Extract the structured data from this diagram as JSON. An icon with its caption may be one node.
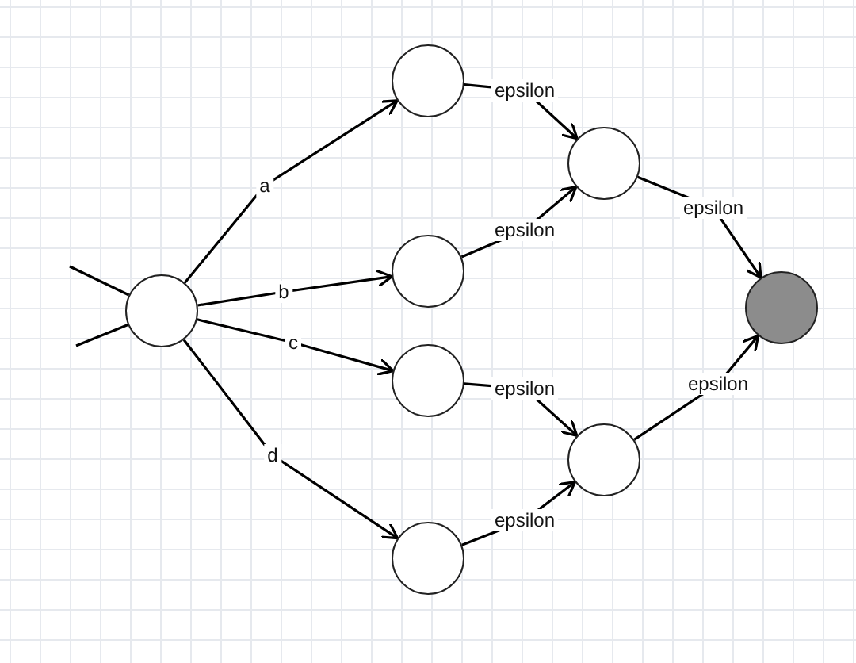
{
  "diagram": {
    "nodes": [
      {
        "text": [],
        "shape": "circle"
      },
      {
        "text": [],
        "shape": "circle"
      },
      {
        "text": [],
        "shape": "circle"
      },
      {
        "text": [],
        "shape": "circle"
      },
      {
        "text": [],
        "shape": "circle"
      },
      {
        "text": [],
        "shape": "circle"
      },
      {
        "text": [],
        "shape": "circle"
      },
      {
        "text": [],
        "shape": "circle"
      }
    ],
    "edges": [
      {
        "from": null,
        "to": 0,
        "arrow": "none"
      },
      {
        "from": null,
        "to": 0,
        "arrow": "none"
      },
      {
        "from": 0,
        "to": 1,
        "arrow": "to",
        "label": "a"
      },
      {
        "from": 0,
        "to": 2,
        "arrow": "to",
        "label": "b"
      },
      {
        "from": 0,
        "to": 3,
        "arrow": "to",
        "label": "c"
      },
      {
        "from": 0,
        "to": 4,
        "arrow": "to",
        "label": "d"
      },
      {
        "from": 1,
        "to": 5,
        "arrow": "to",
        "label": "epsilon"
      },
      {
        "from": 2,
        "to": 5,
        "arrow": "to",
        "label": "epsilon"
      },
      {
        "from": 5,
        "to": 7,
        "arrow": "to",
        "label": "epsilon"
      },
      {
        "from": 3,
        "to": 6,
        "arrow": "to",
        "label": "epsilon"
      },
      {
        "from": 4,
        "to": 6,
        "arrow": "to",
        "label": "epsilon"
      },
      {
        "from": 6,
        "to": 7,
        "arrow": "to",
        "label": "epsilon"
      }
    ]
  }
}
